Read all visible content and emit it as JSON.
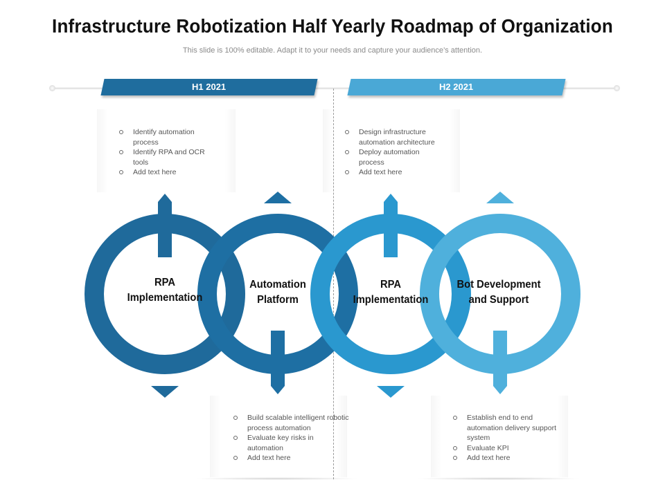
{
  "title": "Infrastructure Robotization Half Yearly Roadmap of Organization",
  "subtitle": "This slide is 100% editable. Adapt it to your needs and capture your audience’s attention.",
  "periods": [
    {
      "label": "H1 2021",
      "color": "#1f6d9e"
    },
    {
      "label": "H2 2021",
      "color": "#4aa8d6"
    }
  ],
  "colors": {
    "ring1": "#1f6a9b",
    "ring2": "#1e6fa3",
    "ring3": "#2a98cf",
    "ring4": "#4fb0dc"
  },
  "stages": [
    {
      "label_line1": "RPA",
      "label_line2": "Implementation"
    },
    {
      "label_line1": "Automation",
      "label_line2": "Platform"
    },
    {
      "label_line1": "RPA",
      "label_line2": "Implementation"
    },
    {
      "label_line1": "Bot Development",
      "label_line2": "and Support"
    }
  ],
  "notes": {
    "top_left": [
      "Identify automation process",
      "Identify RPA and OCR tools",
      "Add text here"
    ],
    "top_right": [
      "Design infrastructure automation architecture",
      "Deploy automation process",
      "Add text here"
    ],
    "bottom_left": [
      "Build scalable intelligent robotic process automation",
      "Evaluate key risks in automation",
      "Add text here"
    ],
    "bottom_right": [
      "Establish end to end automation delivery support system",
      "Evaluate KPI",
      "Add text here"
    ]
  }
}
